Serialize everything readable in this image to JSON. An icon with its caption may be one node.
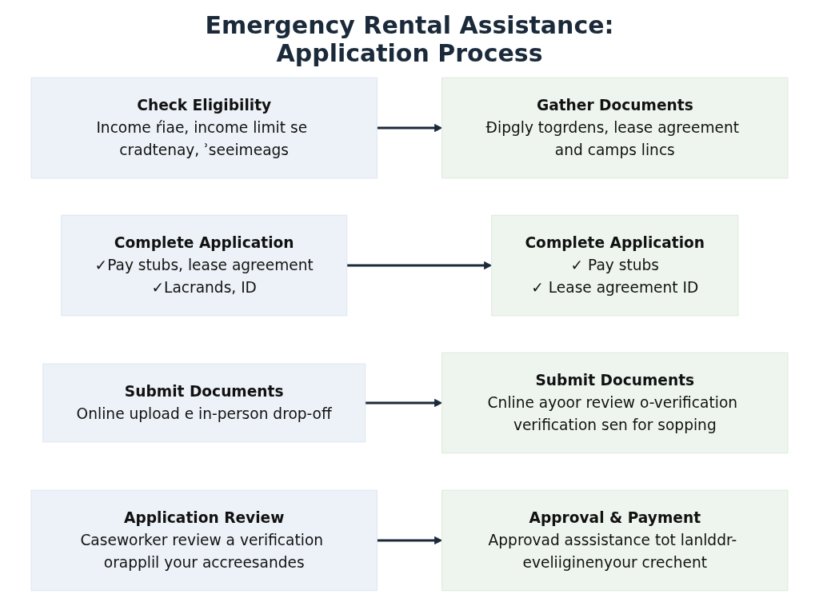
{
  "diagram": {
    "title": "Emergency Rental Assistance: Application Process",
    "nodes": [
      {
        "text": [
          "Check Eligibility",
          "Income ŕiae, income limit se cradtenay, ʾseeimeags"
        ]
      },
      {
        "text": [
          "Gather Documents",
          "Đipgly togrdens, lease agreement and camps lincs"
        ]
      },
      {
        "text": [
          "Complete Application",
          "✓Pay stubs, lease agreement",
          "✓Lacrands, ID"
        ]
      },
      {
        "text": [
          "Complete Application",
          "✓ Pay stubs",
          "✓ Lease agreement ID"
        ]
      },
      {
        "text": [
          "Submit Documents",
          "Online upload e in-person drop-off"
        ]
      },
      {
        "text": [
          "Submit Documents",
          "Cnline ayoor review o-verification verification sen for sopping"
        ]
      },
      {
        "text": [
          "Application Review",
          "Caseworker review a verification orapplil your accreesandes"
        ]
      },
      {
        "text": [
          "Approval & Payment",
          "Approvad asssistance tot lanlddr- eveliiginenyour crechent"
        ]
      }
    ],
    "edges": [
      {
        "from": 0,
        "to": 1,
        "arrow": "to"
      },
      {
        "from": 2,
        "to": 3,
        "arrow": "to"
      },
      {
        "from": 4,
        "to": 5,
        "arrow": "to"
      },
      {
        "from": 6,
        "to": 7,
        "arrow": "to"
      }
    ]
  }
}
